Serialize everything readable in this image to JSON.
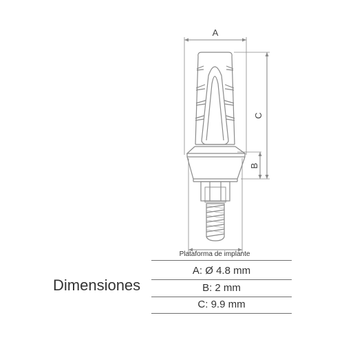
{
  "drawing": {
    "dim_a_label": "A",
    "dim_b_label": "B",
    "dim_c_label": "C",
    "platform_label": "Plataforma de implante",
    "line_color": "#8a8a8a"
  },
  "section_title": "Dimensiones",
  "specs": [
    {
      "text": "A: Ø 4.8 mm"
    },
    {
      "text": "B: 2 mm"
    },
    {
      "text": "C: 9.9 mm"
    }
  ]
}
